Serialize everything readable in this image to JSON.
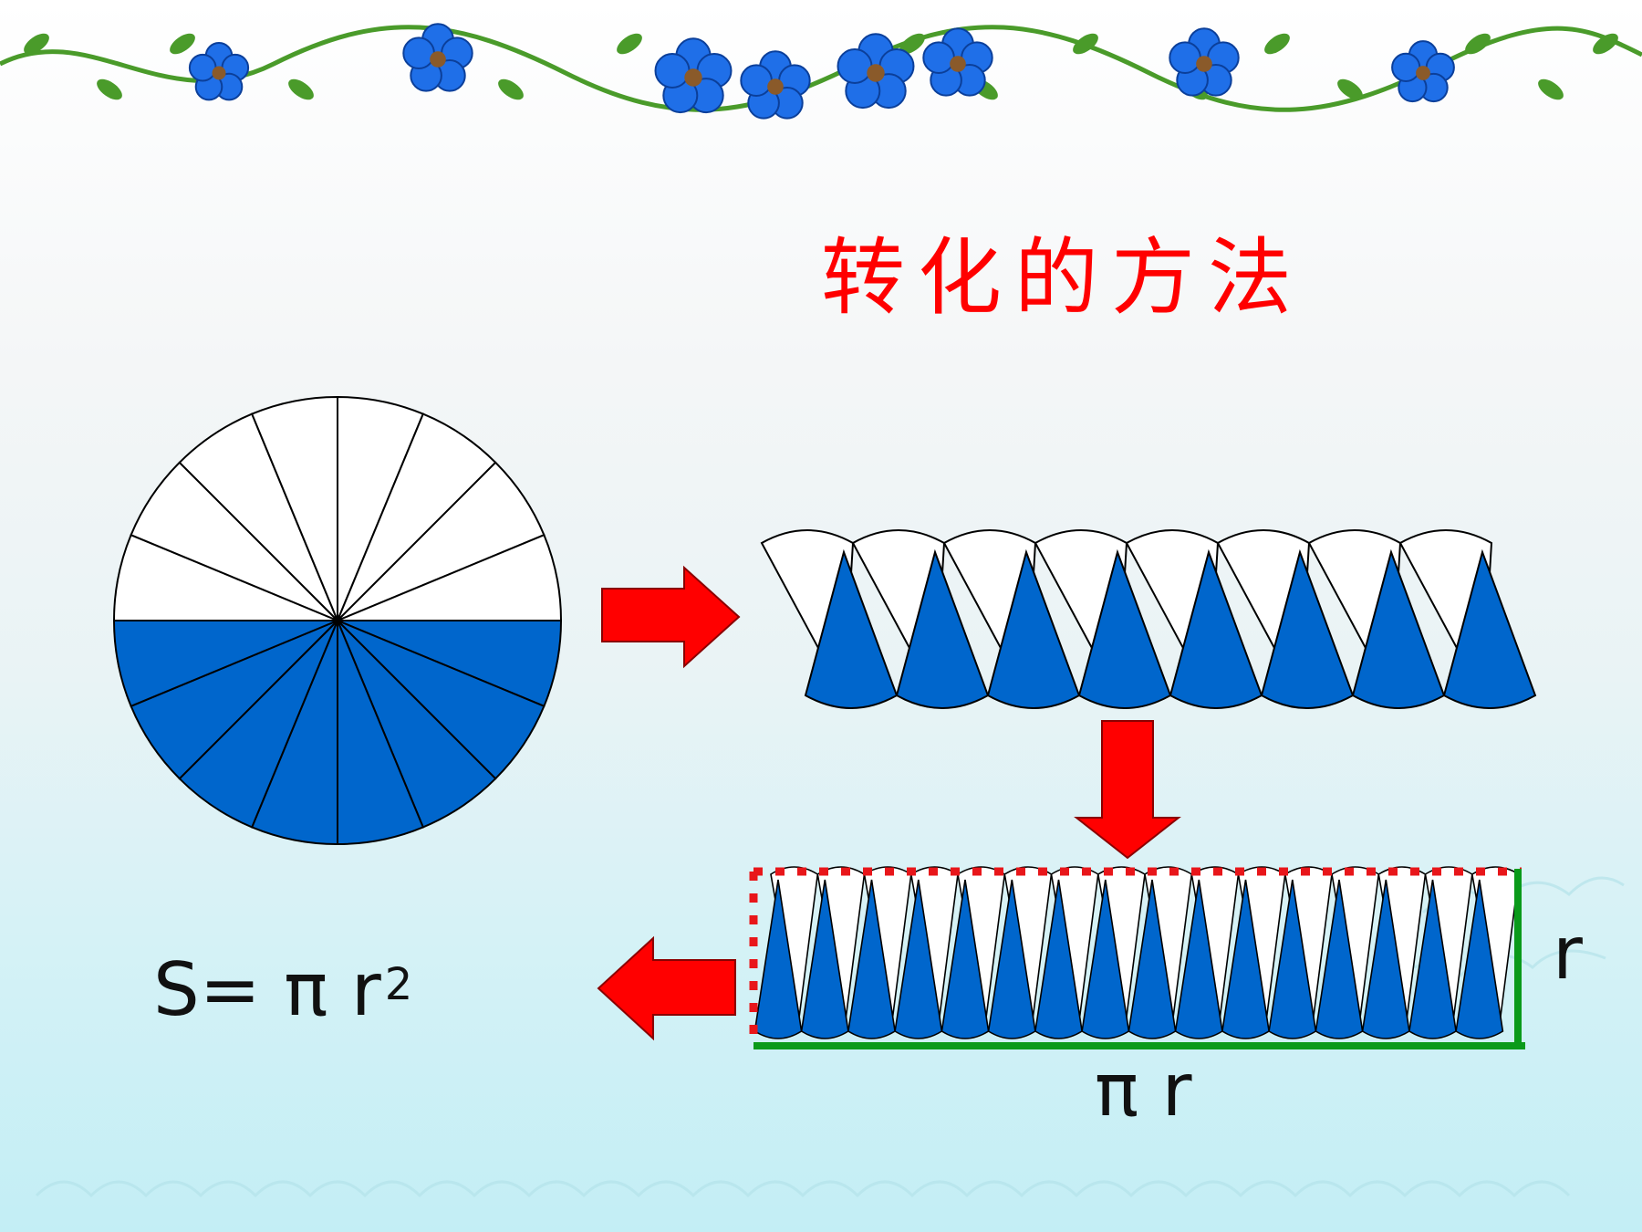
{
  "title": "转化的方法",
  "formula": {
    "base": "S= π r",
    "exponent": "2"
  },
  "labels": {
    "height": "r",
    "length": "π r"
  },
  "colors": {
    "sector_fill": "#0066cc",
    "sector_blank": "#ffffff",
    "arrow": "#ff0000",
    "title": "#ff0000",
    "dotted_border": "#e8161a",
    "measure_line": "#0a9a1a",
    "flower": "#1f6fe8",
    "leaf": "#4a9b2a"
  },
  "circle": {
    "sectors": 16
  },
  "strip": {
    "pieces_per_row": 8
  },
  "rectangle": {
    "pieces_per_row": 16
  },
  "icons": [
    "right-arrow-icon",
    "down-arrow-icon",
    "left-arrow-icon",
    "flower-vine-border"
  ]
}
